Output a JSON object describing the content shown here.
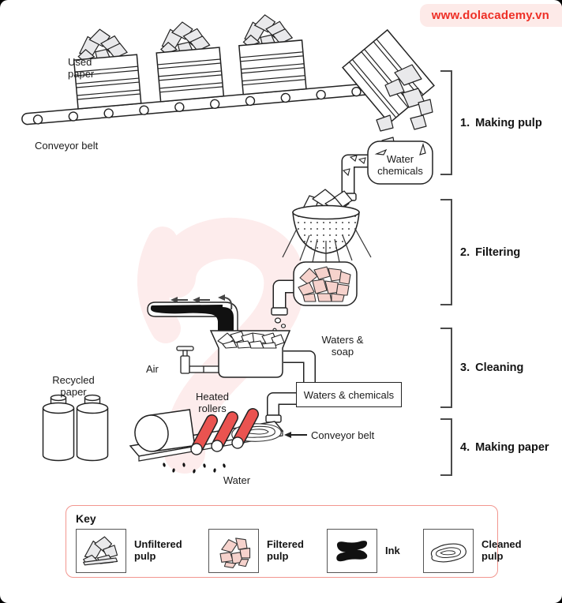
{
  "badge": {
    "text": "www.dolacademy.vn",
    "bg": "#fdeae8",
    "color": "#ee2f26"
  },
  "stages": [
    {
      "number": "1.",
      "name": "Making pulp"
    },
    {
      "number": "2.",
      "name": "Filtering"
    },
    {
      "number": "3.",
      "name": "Cleaning"
    },
    {
      "number": "4.",
      "name": "Making paper"
    }
  ],
  "labels": {
    "used_paper": "Used paper",
    "conveyor_belt_top": "Conveyor belt",
    "water_chemicals": "Water chemicals",
    "waters_soap": "Waters & soap",
    "air": "Air",
    "waters_chemicals_box": "Waters & chemicals",
    "heated_rollers": "Heated rollers",
    "recycled_paper": "Recycled paper",
    "conveyor_belt_bottom": "Conveyor belt",
    "water": "Water"
  },
  "key": {
    "title": "Key",
    "items": [
      {
        "label": "Unfiltered pulp",
        "icon": "unfiltered-pulp-icon"
      },
      {
        "label": "Filtered pulp",
        "icon": "filtered-pulp-icon"
      },
      {
        "label": "Ink",
        "icon": "ink-icon"
      },
      {
        "label": "Cleaned pulp",
        "icon": "cleaned-pulp-icon"
      }
    ]
  },
  "colors": {
    "accent_red": "#ee2f26",
    "roller_red": "#ea5350",
    "pulp_pink": "#f6d2cc",
    "paper_gray": "#e9e9eb",
    "ink_black": "#111111",
    "outline": "#222222",
    "key_border": "#f2968f",
    "watermark_pink": "#fdecec"
  }
}
